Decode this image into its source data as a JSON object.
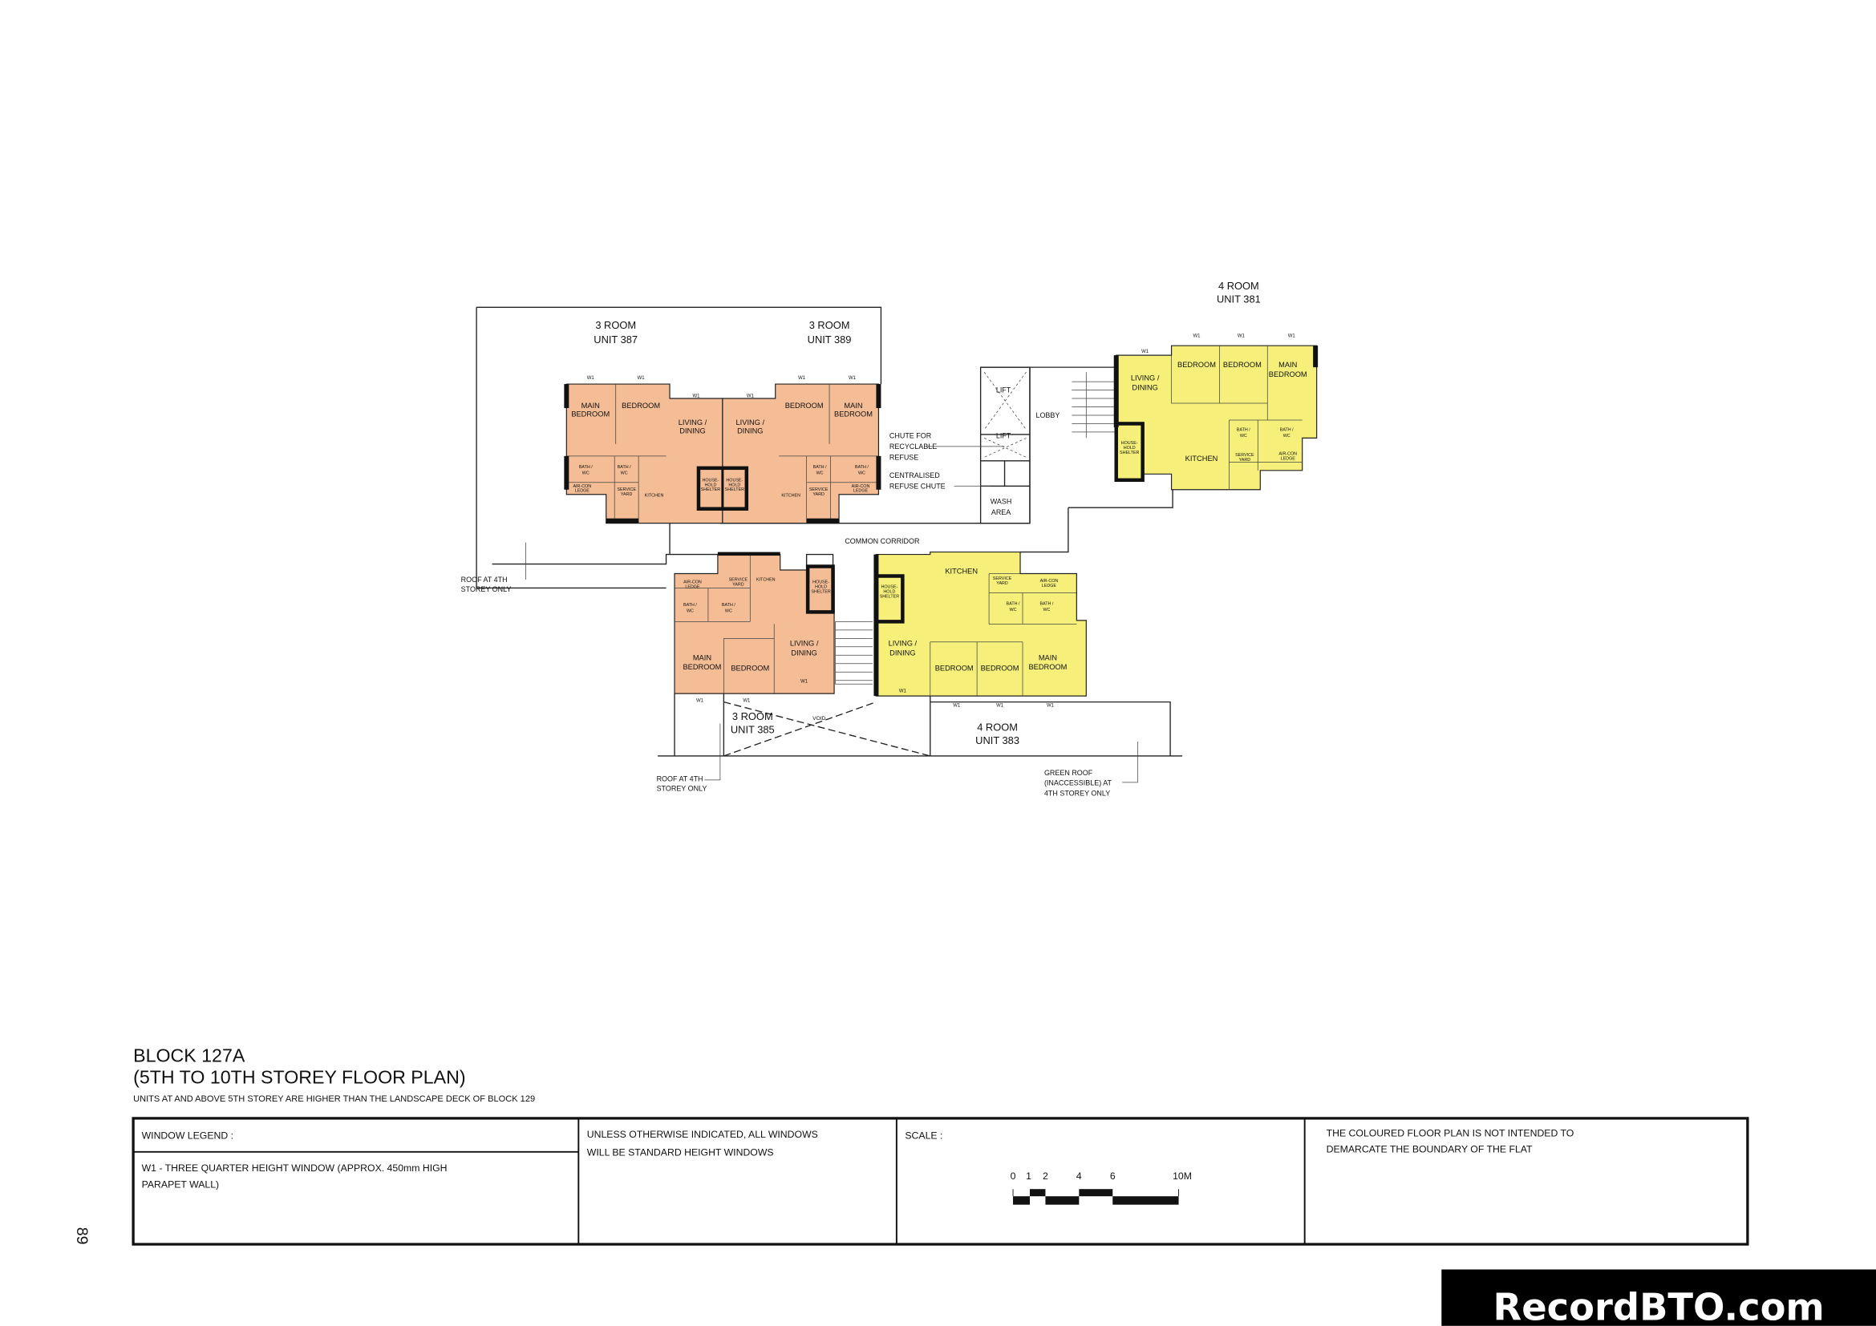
{
  "page_number": "89",
  "watermark": "RecordBTO.com",
  "colors": {
    "three_room": "#F4BD95",
    "four_room": "#F6F07A",
    "walls": "#111111"
  },
  "rooms": {
    "main_bedroom": [
      "MAIN",
      "BEDROOM"
    ],
    "bedroom": [
      "BEDROOM"
    ],
    "living_dining": [
      "LIVING /",
      "DINING"
    ],
    "bath_wc": [
      "BATH /",
      "WC"
    ],
    "aircon_ledge": [
      "AIR-CON",
      "LEDGE"
    ],
    "service_yard": [
      "SERVICE",
      "YARD"
    ],
    "kitchen": [
      "KITCHEN"
    ],
    "household_shelter": [
      "HOUSE-",
      "HOLD",
      "SHELTER"
    ]
  },
  "units": {
    "u387": {
      "type": "3 ROOM",
      "unit": "UNIT 387"
    },
    "u389": {
      "type": "3 ROOM",
      "unit": "UNIT 389"
    },
    "u381": {
      "type": "4 ROOM",
      "unit": "UNIT 381"
    },
    "u385": {
      "type": "3 ROOM",
      "unit": "UNIT 385"
    },
    "u383": {
      "type": "4 ROOM",
      "unit": "UNIT 383"
    }
  },
  "annotations": {
    "lift": "LIFT",
    "lobby": "LOBBY",
    "wash_area": [
      "WASH",
      "AREA"
    ],
    "chute_recyclable": [
      "CHUTE FOR",
      "RECYCLABLE",
      "REFUSE"
    ],
    "centralised_chute": [
      "CENTRALISED",
      "REFUSE CHUTE"
    ],
    "common_corridor": "COMMON CORRIDOR",
    "roof_4th": [
      "ROOF AT 4TH",
      "STOREY ONLY"
    ],
    "green_roof": [
      "GREEN ROOF",
      "(INACCESSIBLE) AT",
      "4TH STOREY ONLY"
    ],
    "void": "VOID"
  },
  "title": {
    "block": "BLOCK 127A",
    "storeys": "(5TH TO 10TH STOREY FLOOR PLAN)",
    "note": "UNITS AT AND ABOVE 5TH STOREY ARE HIGHER THAN THE LANDSCAPE DECK OF BLOCK 129"
  },
  "legend": {
    "window_code": "W1",
    "window_legend_label": "WINDOW LEGEND :",
    "w1_description": [
      "W1 - THREE QUARTER HEIGHT WINDOW (APPROX. 450mm HIGH",
      "PARAPET WALL)"
    ],
    "standard_note": [
      "UNLESS OTHERWISE INDICATED, ALL WINDOWS",
      "WILL BE STANDARD HEIGHT WINDOWS"
    ],
    "scale_label": "SCALE :",
    "scale_ticks": [
      "0",
      "1",
      "2",
      "4",
      "6",
      "10M"
    ],
    "disclaimer": [
      "THE COLOURED FLOOR PLAN IS NOT INTENDED TO",
      "DEMARCATE THE BOUNDARY OF THE FLAT"
    ]
  }
}
